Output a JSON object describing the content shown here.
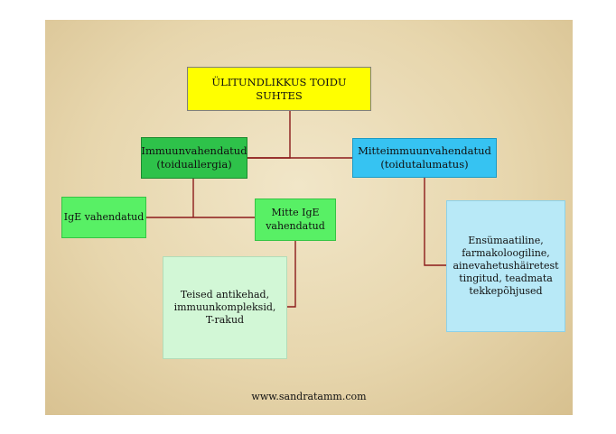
{
  "diagram": {
    "title": "ÜLITUNDLIKKUS TOIDU SUHTES",
    "immune": {
      "line1": "Immuunvahendatud",
      "line2": "(toiduallergia)"
    },
    "non_immune": {
      "line1": "Mitteimmuunvahendatud",
      "line2": "(toidutalumatus)"
    },
    "ige": {
      "line1": "IgE vahendatud"
    },
    "non_ige": {
      "line1": "Mitte IgE",
      "line2": "vahendatud"
    },
    "other": {
      "line1": "Teised antikehad,",
      "line2": "immuunkompleksid,",
      "line3": "T-rakud"
    },
    "non_immune_causes": {
      "line1": "Ensümaatiline,",
      "line2": "farmakoloogiline,",
      "line3": "ainevahetushäiretest",
      "line4": "tingitud, teadmata",
      "line5": "tekkepõhjused"
    },
    "connector_color": "#8b1a1a"
  },
  "footer": {
    "website": "www.sandratamm.com"
  }
}
